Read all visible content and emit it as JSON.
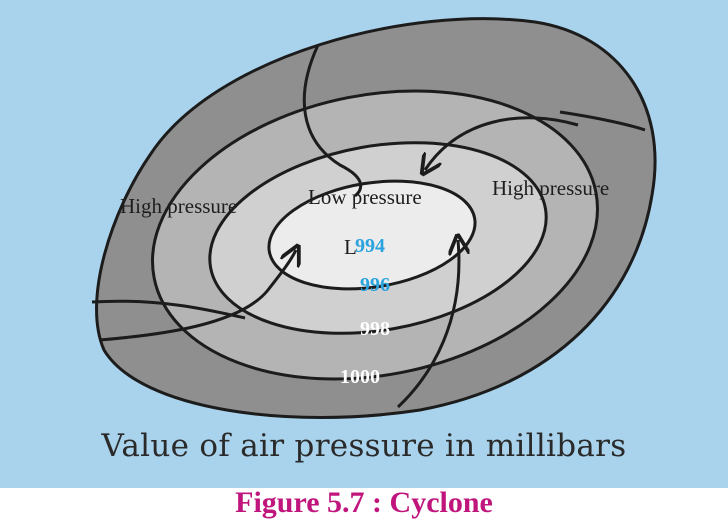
{
  "diagram": {
    "labels": {
      "high_pressure_left": "High pressure",
      "low_pressure": "Low pressure",
      "high_pressure_right": "High pressure",
      "low_marker": "L"
    },
    "isobar_values": [
      "994",
      "996",
      "998",
      "1000"
    ],
    "caption": "Value of air pressure in millibars",
    "figure_title": "Figure 5.7 : Cyclone",
    "colors": {
      "background": "#a9d3ec",
      "outer_band": "#8f8f8f",
      "second_band": "#b4b4b4",
      "third_band": "#d0d0d0",
      "inner_core": "#ececec",
      "isobar_line": "#1c1c1c",
      "value_inner": "#2aa3df",
      "value_outer": "#ffffff",
      "figure_title": "#c0157d"
    }
  }
}
